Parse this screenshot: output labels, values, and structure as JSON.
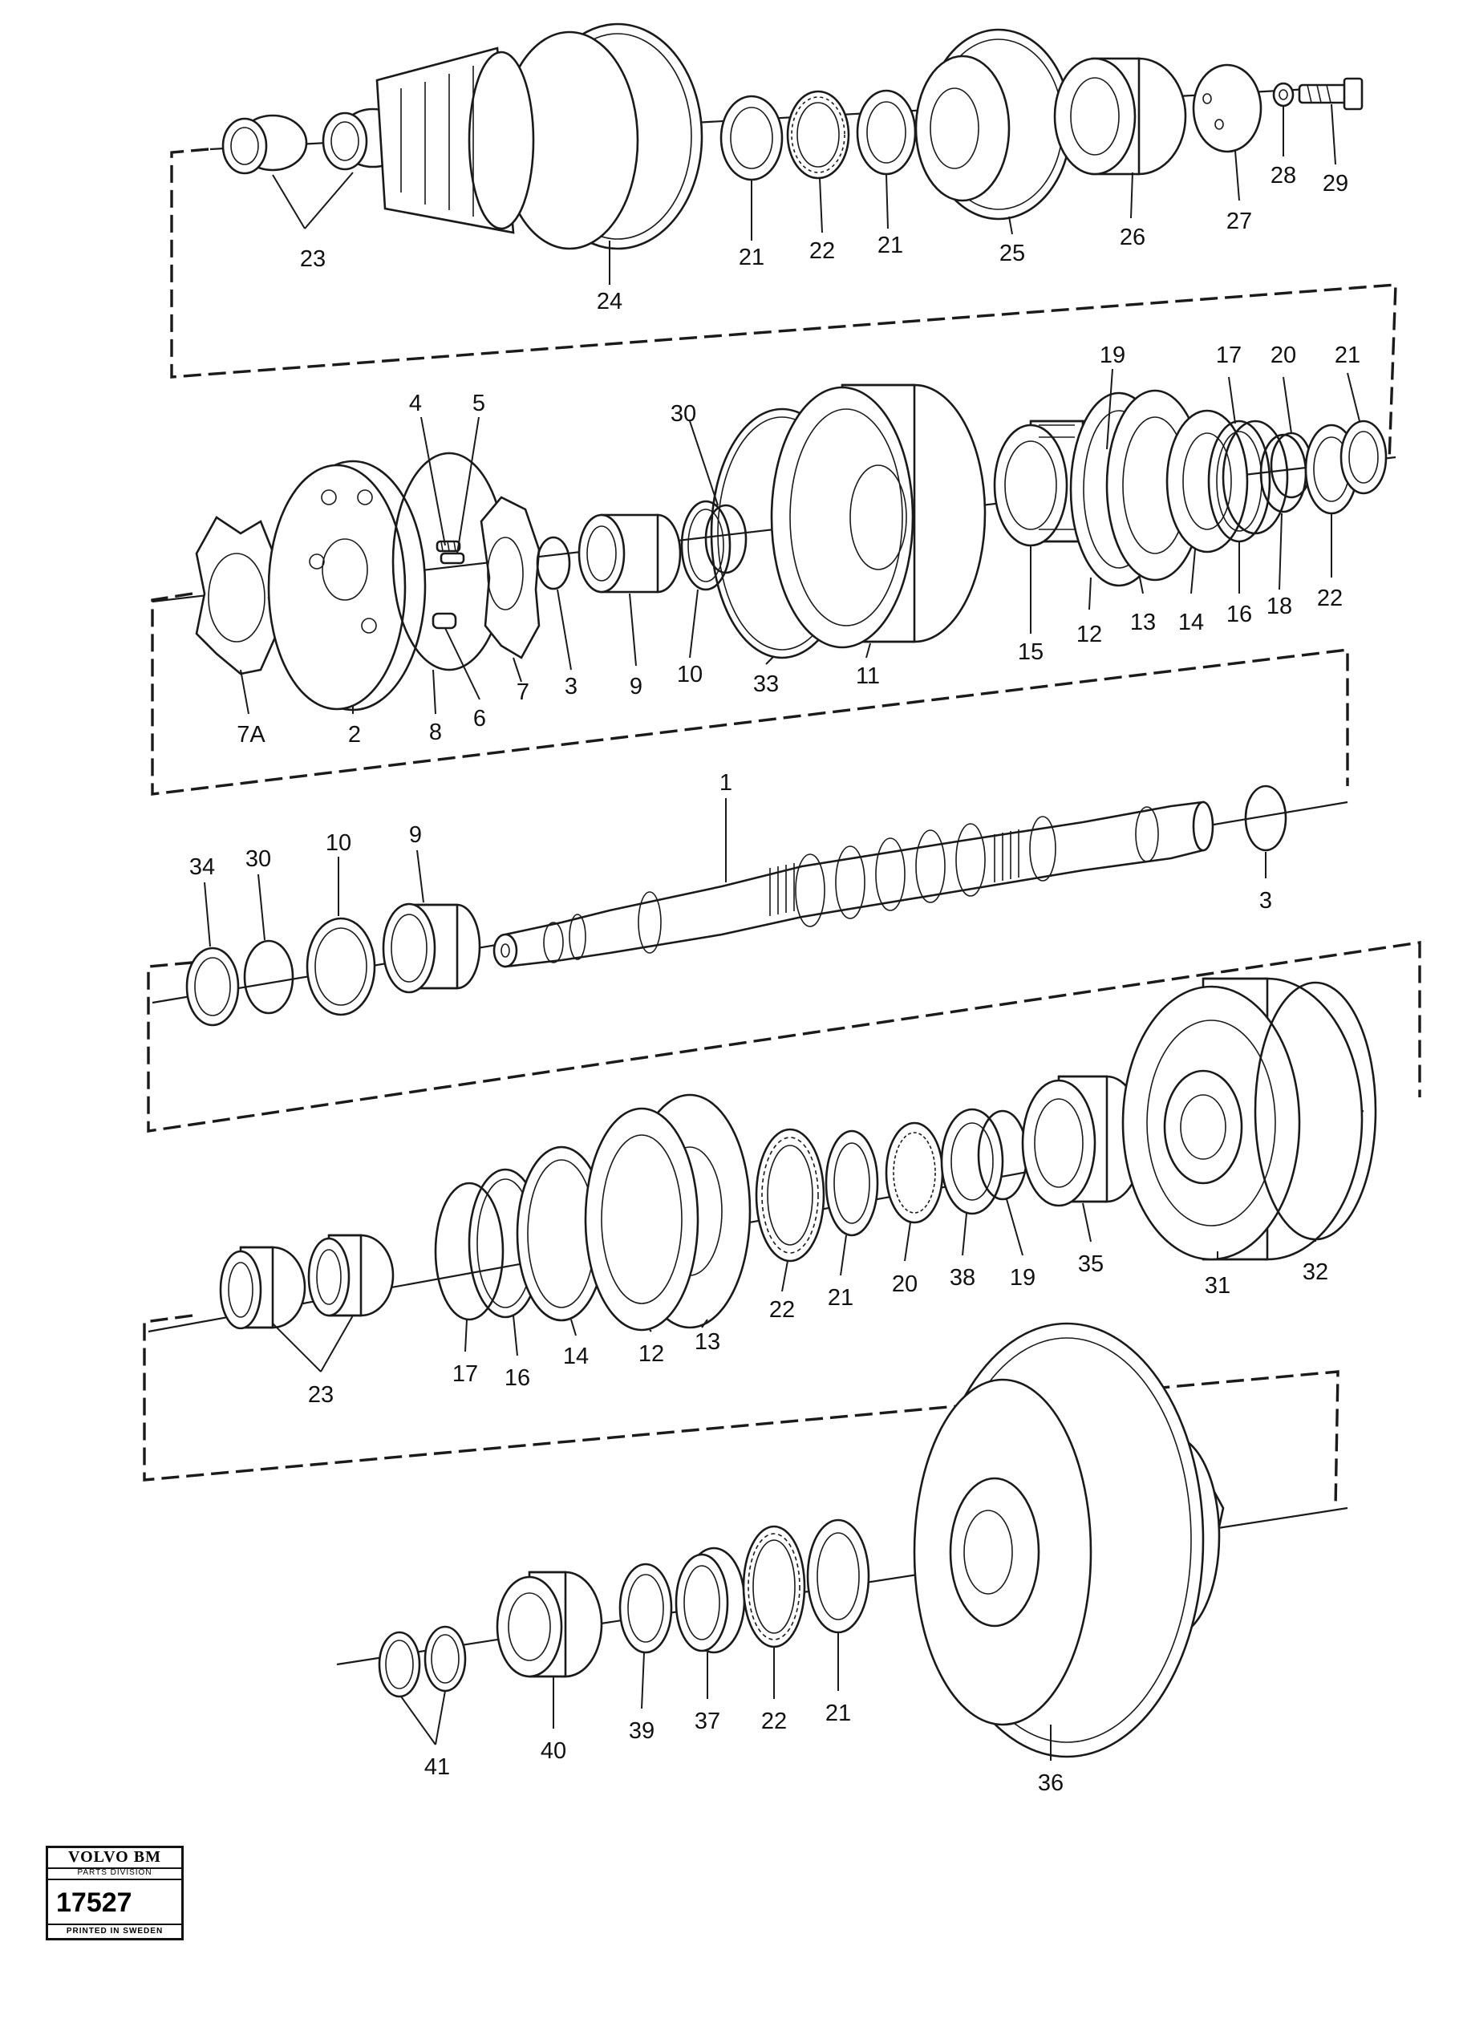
{
  "labels": {
    "top": [
      "23",
      "24",
      "21",
      "22",
      "21",
      "25",
      "26",
      "27",
      "28",
      "29"
    ],
    "group2": [
      "4",
      "5",
      "7A",
      "2",
      "8",
      "6",
      "7",
      "3",
      "9",
      "10",
      "30",
      "33",
      "11",
      "19",
      "15",
      "12",
      "13",
      "14",
      "17",
      "16",
      "20",
      "18",
      "21",
      "22"
    ],
    "shaft": [
      "1",
      "3",
      "34",
      "30",
      "10",
      "9"
    ],
    "group4": [
      "23",
      "17",
      "16",
      "14",
      "12",
      "13",
      "22",
      "21",
      "20",
      "38",
      "19",
      "35",
      "31",
      "32"
    ],
    "bottom": [
      "41",
      "40",
      "39",
      "37",
      "22",
      "21",
      "36"
    ]
  },
  "title_block": {
    "brand": "VOLVO BM",
    "division": "PARTS DIVISION",
    "number": "17527",
    "printed": "PRINTED IN SWEDEN"
  }
}
